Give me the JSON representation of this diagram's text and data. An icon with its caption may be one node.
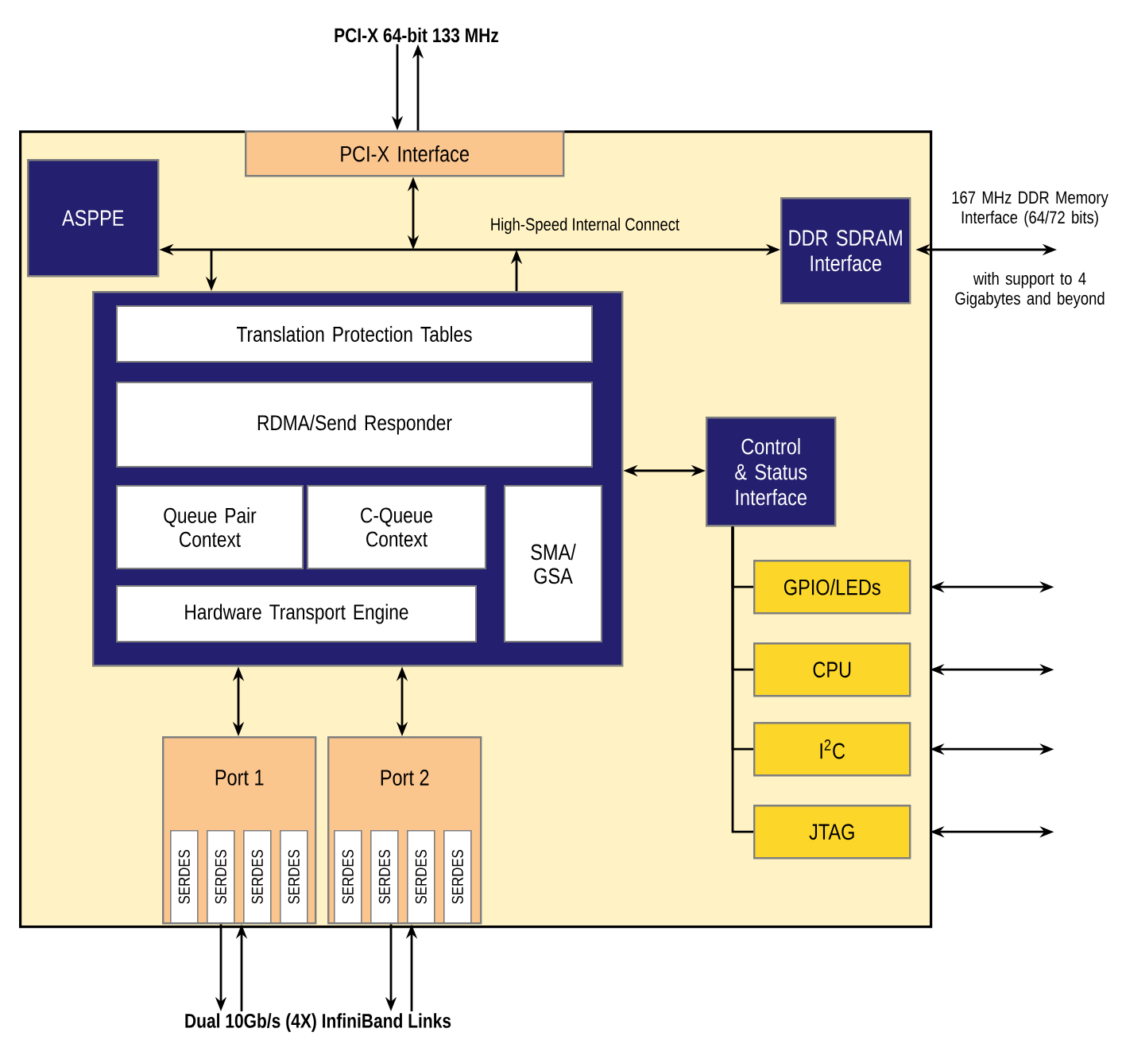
{
  "diagram": {
    "nodes": [
      {
        "text": [],
        "shape": "box"
      },
      {
        "text": [
          "PCI-X 64-bit 133 MHz"
        ]
      },
      {
        "text": [
          "PCI-X Interface"
        ],
        "in": 0
      },
      {
        "text": [
          "ASPPE"
        ],
        "in": 0
      },
      {
        "text": [
          "DDR SDRAM Interface"
        ],
        "in": 0
      },
      {
        "text": [
          "167 MHz DDR Memory Interface (64/72 bits)",
          "with support to 4 Gigabytes and beyond"
        ]
      },
      {
        "text": [],
        "shape": "box",
        "in": 0
      },
      {
        "text": [
          "Translation Protection Tables"
        ],
        "in": 6
      },
      {
        "text": [
          "RDMA/Send Responder"
        ],
        "in": 6
      },
      {
        "text": [
          "Queue Pair Context"
        ],
        "in": 6
      },
      {
        "text": [
          "C-Queue Context"
        ],
        "in": 6
      },
      {
        "text": [
          "SMA/ GSA"
        ],
        "in": 6
      },
      {
        "text": [
          "Hardware Transport Engine"
        ],
        "in": 6
      },
      {
        "text": [
          "Control & Status Interface"
        ],
        "in": 0
      },
      {
        "text": [
          "GPIO/LEDs"
        ],
        "in": 0
      },
      {
        "text": [
          "CPU"
        ],
        "in": 0
      },
      {
        "text": [
          "I$^{2}$C"
        ],
        "in": 0
      },
      {
        "text": [
          "JTAG"
        ],
        "in": 0
      },
      {
        "text": [
          "Port 1"
        ],
        "in": 0
      },
      {
        "text": [
          "SERDES"
        ],
        "in": 18
      },
      {
        "text": [
          "SERDES"
        ],
        "in": 18
      },
      {
        "text": [
          "SERDES"
        ],
        "in": 18
      },
      {
        "text": [
          "SERDES"
        ],
        "in": 18
      },
      {
        "text": [
          "Port 2"
        ],
        "in": 0
      },
      {
        "text": [
          "SERDES"
        ],
        "in": 23
      },
      {
        "text": [
          "SERDES"
        ],
        "in": 23
      },
      {
        "text": [
          "SERDES"
        ],
        "in": 23
      },
      {
        "text": [
          "SERDES"
        ],
        "in": 23
      },
      {
        "text": [
          "Dual 10Gb/s (4X) InfiniBand Links"
        ]
      }
    ],
    "edges": [
      {
        "from": 1,
        "to": 2,
        "arrow": "to"
      },
      {
        "from": 2,
        "to": 1,
        "arrow": "to"
      },
      {
        "from": 3,
        "to": 4,
        "arrow": "both",
        "label": "High-Speed Internal Connect"
      },
      {
        "from": 2,
        "to": null,
        "arrow": "both"
      },
      {
        "from": null,
        "to": 6,
        "arrow": "to"
      },
      {
        "from": 6,
        "to": null,
        "arrow": "to"
      },
      {
        "from": 4,
        "to": 5,
        "arrow": "both"
      },
      {
        "from": 6,
        "to": 13,
        "arrow": "both"
      },
      {
        "from": 13,
        "to": 14,
        "arrow": "none"
      },
      {
        "from": 13,
        "to": 15,
        "arrow": "none"
      },
      {
        "from": 13,
        "to": 16,
        "arrow": "none"
      },
      {
        "from": 13,
        "to": 17,
        "arrow": "none"
      },
      {
        "from": 14,
        "to": null,
        "arrow": "both"
      },
      {
        "from": 15,
        "to": null,
        "arrow": "both"
      },
      {
        "from": 16,
        "to": null,
        "arrow": "both"
      },
      {
        "from": 17,
        "to": null,
        "arrow": "both"
      },
      {
        "from": 6,
        "to": 18,
        "arrow": "both"
      },
      {
        "from": 6,
        "to": 23,
        "arrow": "both"
      },
      {
        "from": 18,
        "to": 28,
        "arrow": "to"
      },
      {
        "from": 28,
        "to": 18,
        "arrow": "to"
      },
      {
        "from": 23,
        "to": 28,
        "arrow": "to"
      },
      {
        "from": 28,
        "to": 23,
        "arrow": "to"
      }
    ]
  }
}
